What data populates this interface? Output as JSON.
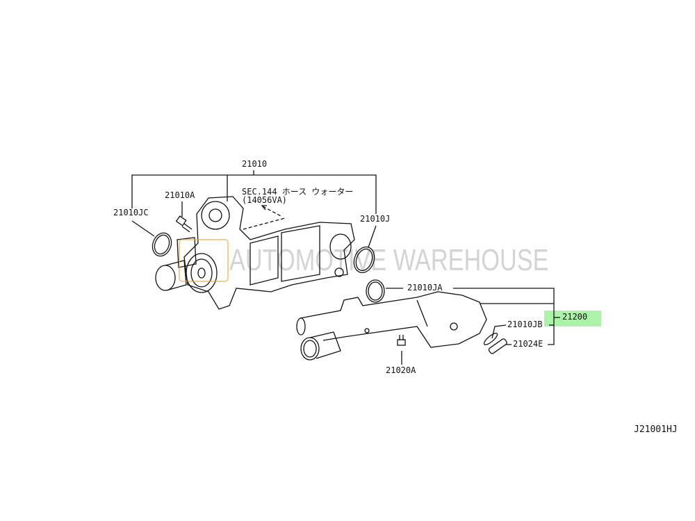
{
  "diagram": {
    "watermark": "AUTOMOTIVE WAREHOUSE",
    "highlight_color": "#9ef09a",
    "labels": {
      "assembly_pump": "21010",
      "bolt_a": "21010A",
      "gasket_jc": "21010JC",
      "gasket_j": "21010J",
      "sec_ref_line1": "SEC.144 ホース ウォーター",
      "sec_ref_line2": "(14056VA)",
      "gasket_ja": "21010JA",
      "thermostat_assembly": "21200",
      "gasket_jb": "21010JB",
      "seal_e": "21024E",
      "bolt_20a": "21020A",
      "diagram_code": "J21001HJ"
    }
  }
}
